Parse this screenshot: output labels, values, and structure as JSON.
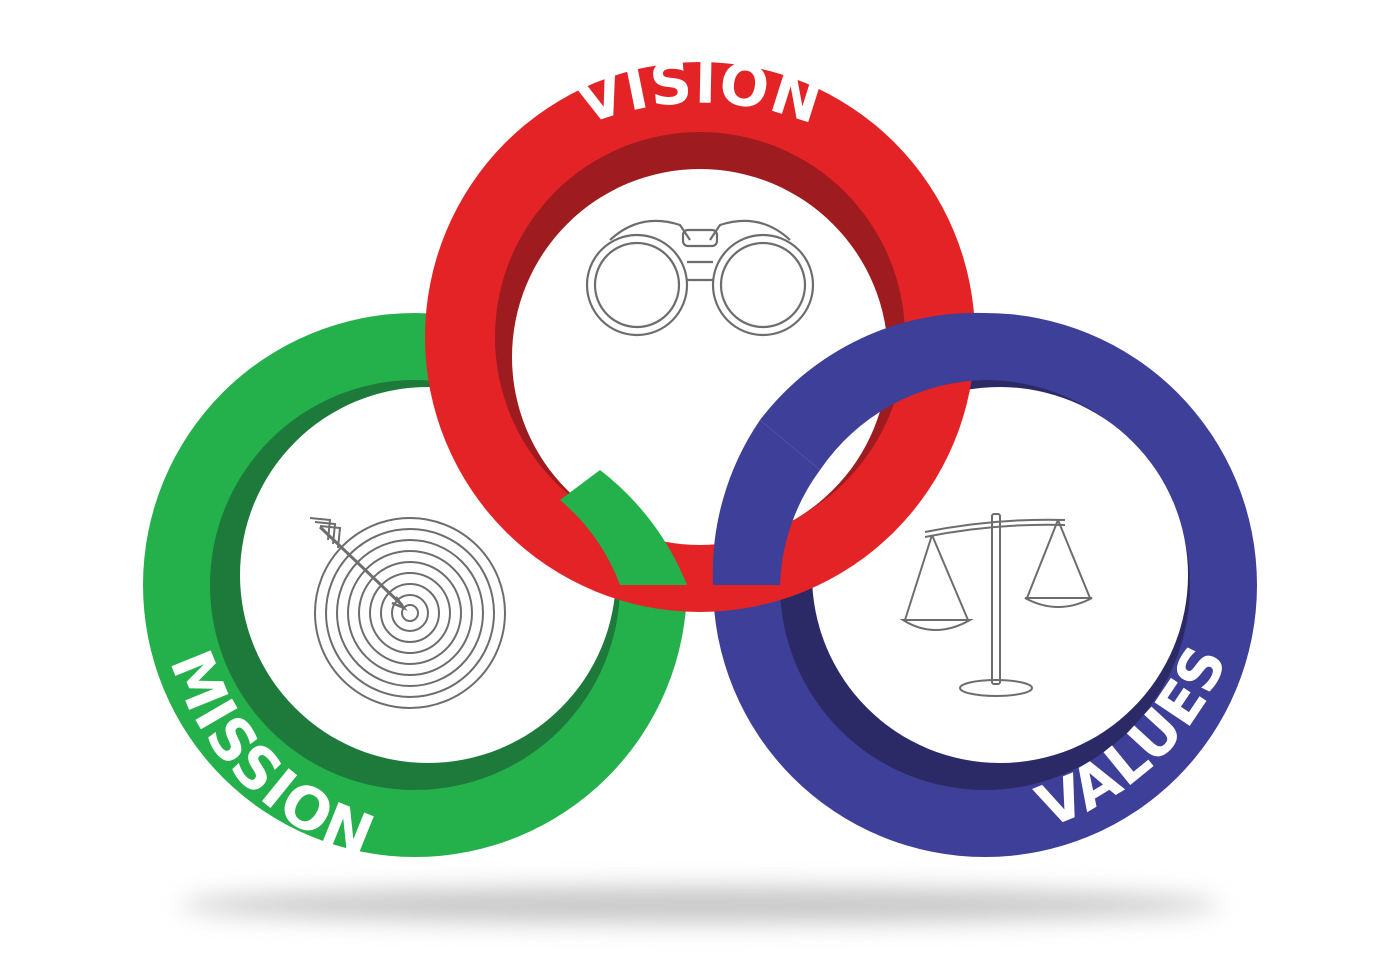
{
  "diagram": {
    "rings": [
      {
        "id": "vision",
        "label": "VISION",
        "color": "#e32326",
        "inner_shadow": "#9e1b1f",
        "icon": "binoculars-icon"
      },
      {
        "id": "mission",
        "label": "MISSION",
        "color": "#24b04b",
        "inner_shadow": "#1d7a3a",
        "icon": "target-with-arrow-icon"
      },
      {
        "id": "values",
        "label": "VALUES",
        "color": "#3d3f98",
        "inner_shadow": "#2c2a66",
        "icon": "balance-scale-icon"
      }
    ],
    "background": "#ffffff",
    "floor_shadow": "#9a9a9a",
    "icon_stroke": "#6d6d6d"
  }
}
